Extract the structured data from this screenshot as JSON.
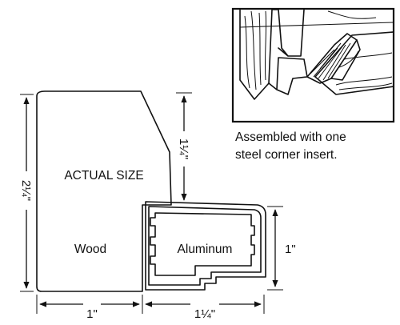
{
  "inset": {
    "caption_line1": "Assembled with one",
    "caption_line2": "steel corner insert."
  },
  "profile": {
    "actual_size_label": "ACTUAL SIZE",
    "wood_label": "Wood",
    "aluminum_label": "Aluminum"
  },
  "dimensions": {
    "left_height": "2¼\"",
    "upper_step": "1¼\"",
    "right_height": "1\"",
    "bottom_wood_width": "1\"",
    "bottom_aluminum_width": "1¼\""
  }
}
